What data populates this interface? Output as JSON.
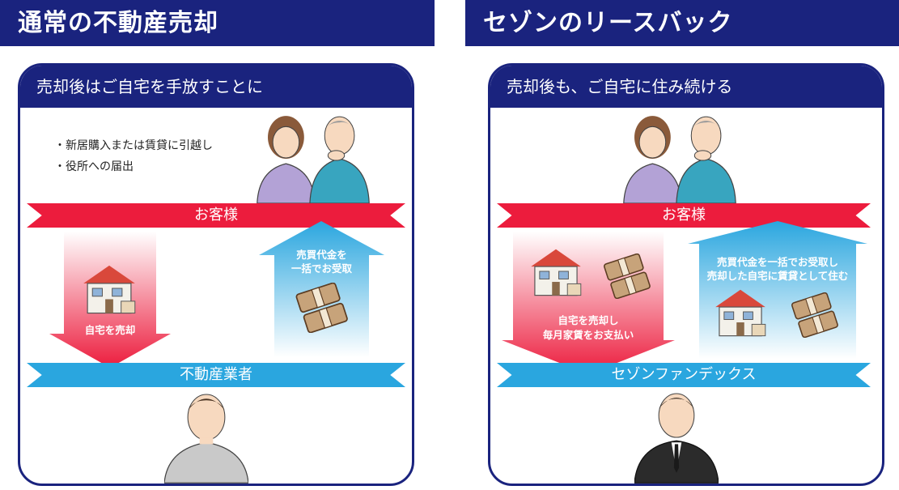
{
  "left": {
    "title": "通常の不動産売却",
    "card_header": "売却後はご自宅を手放すことに",
    "bullets": [
      "新居購入または賃貸に引越し",
      "役所への届出"
    ],
    "customer_ribbon": "お客様",
    "agent_ribbon": "不動産業者",
    "down_arrow_label": "自宅を売却",
    "up_arrow_label_1": "売買代金を",
    "up_arrow_label_2": "一括でお受取"
  },
  "right": {
    "title": "セゾンのリースバック",
    "card_header": "売却後も、ご自宅に住み続ける",
    "customer_ribbon": "お客様",
    "agent_ribbon": "セゾンファンデックス",
    "down_arrow_label_1": "自宅を売却し",
    "down_arrow_label_2": "毎月家賃をお支払い",
    "up_arrow_label_1": "売買代金を一括でお受取し",
    "up_arrow_label_2": "売却した自宅に賃貸として住む"
  },
  "colors": {
    "navy": "#1a237e",
    "red": "#ec1c3d",
    "blue": "#2aa6df"
  },
  "icons": [
    "house-icon",
    "money-bundle-icon",
    "couple-illustration",
    "agent-illustration"
  ]
}
